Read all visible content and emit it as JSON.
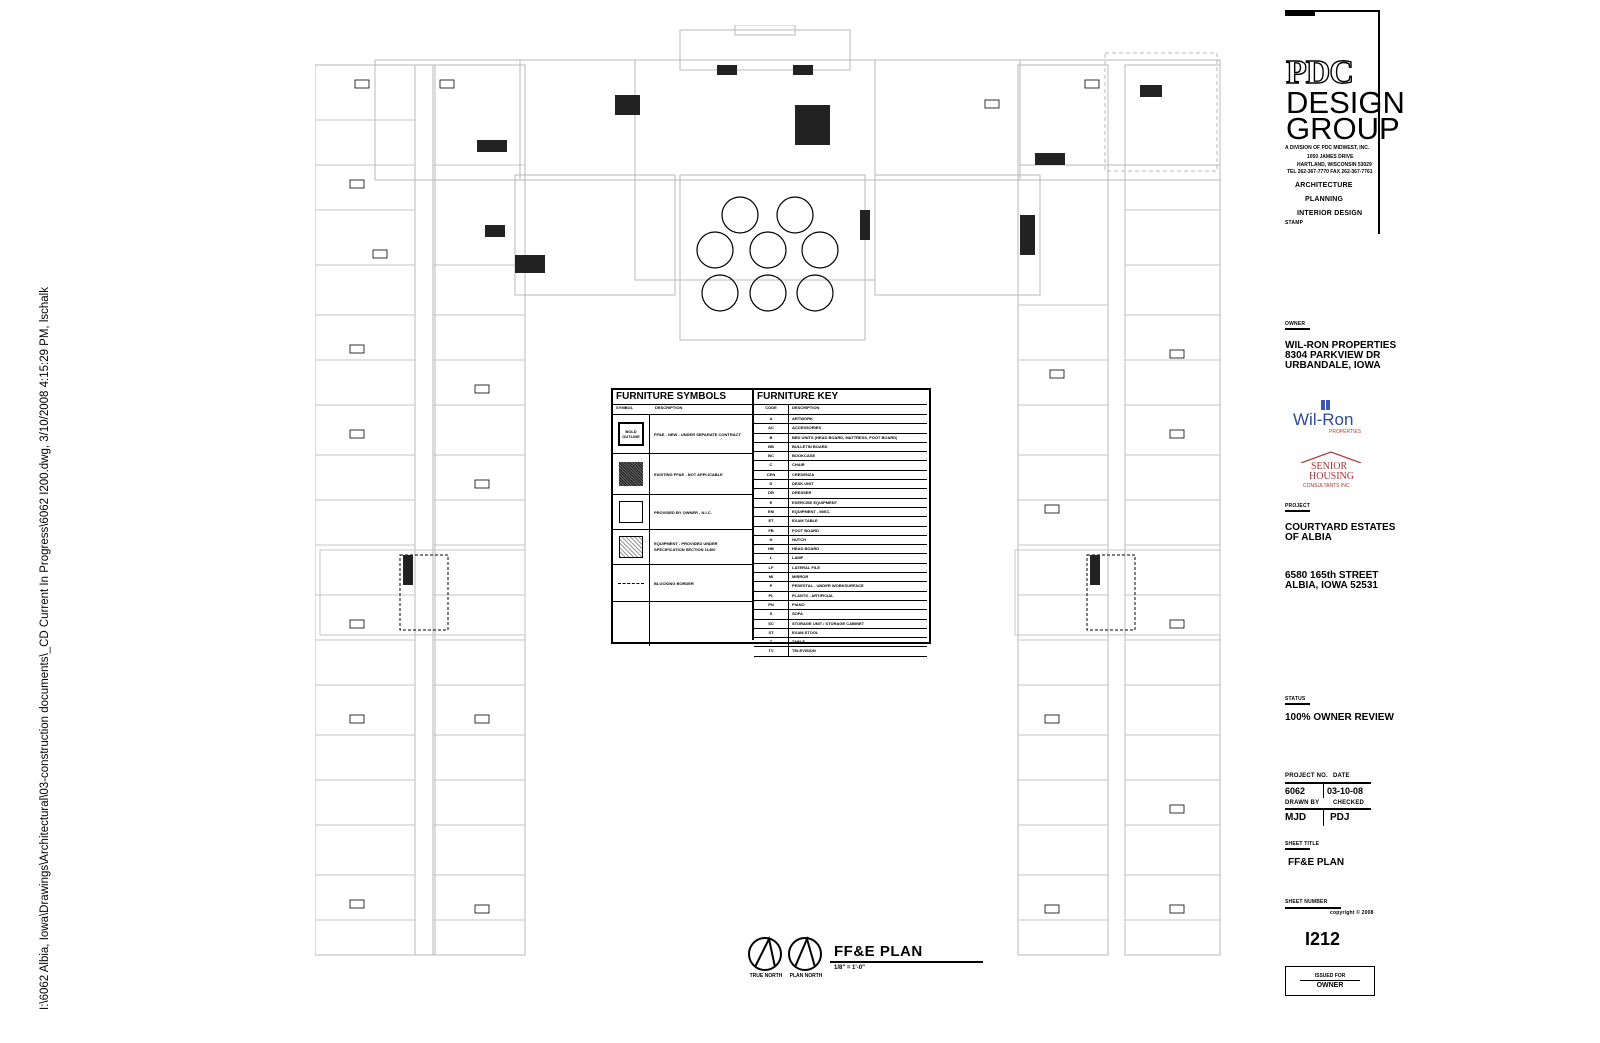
{
  "file_path": "I:\\6062 Albia, Iowa\\Drawings\\Architectural\\03-construction documents\\_CD Current In Progress\\6062 I200.dwg, 3/10/2008 4:15:29 PM, lschalk",
  "firm": {
    "logo_mark": "PDC",
    "name_line1": "DESIGN",
    "name_line2": "GROUP",
    "division": "A DIVISION OF PDC MIDWEST, INC.",
    "address1": "1050 JAMES DRIVE",
    "address2": "HARTLAND, WISCONSIN  53029",
    "phone": "TEL 262-367-7770    FAX 262-367-7761",
    "services": [
      "ARCHITECTURE",
      "PLANNING",
      "INTERIOR DESIGN"
    ],
    "stamp_label": "STAMP"
  },
  "owner": {
    "label": "OWNER",
    "name": "WIL-RON PROPERTIES",
    "address1": "8304 PARKVIEW DR",
    "address2": "URBANDALE, IOWA",
    "logo1": "Wil-Ron",
    "logo1_sub": "PROPERTIES",
    "logo2_line1": "SENIOR",
    "logo2_line2": "HOUSING",
    "logo2_sub": "CONSULTANTS INC."
  },
  "project": {
    "label": "PROJECT",
    "name1": "COURTYARD ESTATES",
    "name2": "OF ALBIA",
    "address1": "6580 165th STREET",
    "address2": "ALBIA, IOWA 52531"
  },
  "status": {
    "label": "STATUS",
    "value": "100% OWNER REVIEW"
  },
  "project_no": {
    "label": "PROJECT NO.",
    "value": "6062"
  },
  "date": {
    "label": "DATE",
    "value": "03-10-08"
  },
  "drawn_by": {
    "label": "DRAWN BY",
    "value": "MJD"
  },
  "checked": {
    "label": "CHECKED",
    "value": "PDJ"
  },
  "sheet_title": {
    "label": "SHEET TITLE",
    "value": "FF&E PLAN"
  },
  "sheet_number": {
    "label": "SHEET NUMBER",
    "copyright": "copyright © 2008",
    "value": "I212"
  },
  "issued": {
    "line1": "ISSUED FOR",
    "line2": "OWNER"
  },
  "plan_title": {
    "title": "FF&E PLAN",
    "scale": "1/8\" = 1'-0\"",
    "north1": "TRUE NORTH",
    "north2": "PLAN NORTH"
  },
  "legend": {
    "symbols_title": "FURNITURE SYMBOLS",
    "symbols_header": [
      "SYMBOL",
      "DESCRIPTION"
    ],
    "symbols": [
      {
        "sym": "BOLD OUTLINE",
        "desc": "FF&E - NEW - UNDER SEPARATE CONTRACT"
      },
      {
        "sym": "",
        "desc": "EXISTING FF&E - NOT APPLICABLE"
      },
      {
        "sym": "",
        "desc": "PROVIDED BY OWNER - N.I.C."
      },
      {
        "sym": "",
        "desc": "EQUIPMENT - PROVIDED UNDER SPECIFICATION SECTION 11400"
      },
      {
        "sym": "",
        "desc": "BLOCKING BORDER"
      },
      {
        "sym": "",
        "desc": ""
      }
    ],
    "key_title": "FURNITURE KEY",
    "key_header": [
      "CODE",
      "DESCRIPTION"
    ],
    "key": [
      [
        "A",
        "ARTWORK"
      ],
      [
        "AC",
        "ACCESSORIES"
      ],
      [
        "B",
        "BED UNITS (HEAD BOARD, MATTRESS, FOOT BOARD)"
      ],
      [
        "BB",
        "BULLETIN BOARD"
      ],
      [
        "BC",
        "BOOKCASE"
      ],
      [
        "C",
        "CHAIR"
      ],
      [
        "CEN",
        "CREDENZA"
      ],
      [
        "D",
        "DESK UNIT"
      ],
      [
        "DR",
        "DRESSER"
      ],
      [
        "E",
        "EXERCISE EQUIPMENT"
      ],
      [
        "EM",
        "EQUIPMENT - MISC."
      ],
      [
        "ET",
        "EXAM TABLE"
      ],
      [
        "FB",
        "FOOT BOARD"
      ],
      [
        "H",
        "HUTCH"
      ],
      [
        "HB",
        "HEAD BOARD"
      ],
      [
        "L",
        "LAMP"
      ],
      [
        "LF",
        "LATERAL FILE"
      ],
      [
        "MI",
        "MIRROR"
      ],
      [
        "P",
        "PEDESTAL - UNDER WORKSURFACE"
      ],
      [
        "PL",
        "PLANTS - ARTIFICIAL"
      ],
      [
        "PN",
        "PIANO"
      ],
      [
        "S",
        "SOFA"
      ],
      [
        "SC",
        "STORAGE UNIT / STORAGE CABINET"
      ],
      [
        "ST",
        "EXAM STOOL"
      ],
      [
        "T",
        "TABLE"
      ],
      [
        "TV",
        "TELEVISION"
      ]
    ]
  }
}
